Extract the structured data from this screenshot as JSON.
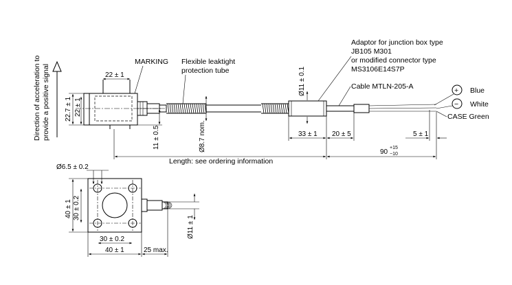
{
  "accel": {
    "line1": "Direction of acceleration to",
    "line2": "provide a positive signal"
  },
  "labels": {
    "marking": "MARKING",
    "tube_line1": "Flexible leaktight",
    "tube_line2": "protection tube",
    "adaptor_line1": "Adaptor for junction box type",
    "adaptor_line2": "JB105 M301",
    "adaptor_line3": "or modified connector type",
    "adaptor_line4": "MS3106E14S7P",
    "cable": "Cable MTLN-205-A",
    "blue": "Blue",
    "white": "White",
    "case_green": "CASE Green",
    "plus": "+",
    "minus": "−"
  },
  "dims": {
    "top_width": "22 ± 1",
    "height_outer": "22.7 ± 1",
    "height_inner": "22 ± 1",
    "offset": "11 ± 0.5",
    "tube_dia": "Ø8.7 nom.",
    "adaptor_dia": "Ø11 ± 0.1",
    "adaptor_len": "33 ± 1",
    "gap": "20 ± 5",
    "strip": "5 ± 1",
    "cable_len_main": "90",
    "cable_len_sup": "+15",
    "cable_len_sub": "−10",
    "length": "Length: see ordering information",
    "hole": "Ø6.5 ± 0.2",
    "base_h_outer": "40 ± 1",
    "base_h_inner": "30 ± 0.2",
    "base_w_inner": "30 ± 0.2",
    "base_w_outer": "40 ± 1",
    "stub": "25 max.",
    "stub_dia": "Ø11 ± 1"
  }
}
